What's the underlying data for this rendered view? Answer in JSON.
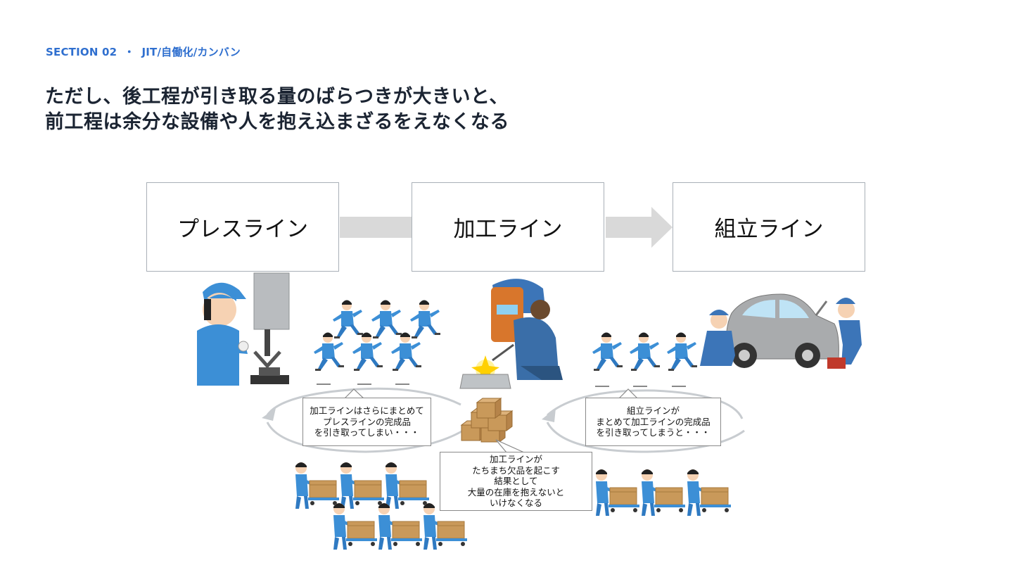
{
  "header": {
    "section_label": "SECTION 02",
    "separator": "・",
    "topic": "JIT/自働化/カンバン"
  },
  "title": {
    "line1": "ただし、後工程が引き取る量のばらつきが大きいと、",
    "line2": "前工程は余分な設備や人を抱え込まざるをえなくなる"
  },
  "process": {
    "boxes": [
      {
        "label": "プレスライン"
      },
      {
        "label": "加工ライン"
      },
      {
        "label": "組立ライン"
      }
    ]
  },
  "callouts": {
    "left": [
      "加工ラインはさらにまとめて",
      "プレスラインの完成品",
      "を引き取ってしまい・・・"
    ],
    "right": [
      "組立ラインが",
      "まとめて加工ラインの完成品",
      "を引き取ってしまうと・・・"
    ],
    "center": [
      "加工ラインが",
      "たちまち欠品を起こす",
      "結果として",
      "大量の在庫を抱えないと",
      "いけなくなる"
    ]
  },
  "illustrations": {
    "press_worker": "press-machine-operator-illustration",
    "welder": "welder-illustration",
    "assembly": "car-assembly-workers-illustration",
    "runners": "running-workers-illustration",
    "cart_workers": "workers-pushing-carts-illustration",
    "boxes": "stacked-cardboard-boxes-illustration"
  },
  "colors": {
    "accent": "#2f6fcf",
    "title": "#1b2432",
    "box_border": "#a9b0b7",
    "arrow": "#d9d9d9",
    "worker_blue": "#3c8fd6",
    "cardboard": "#c9995a"
  }
}
